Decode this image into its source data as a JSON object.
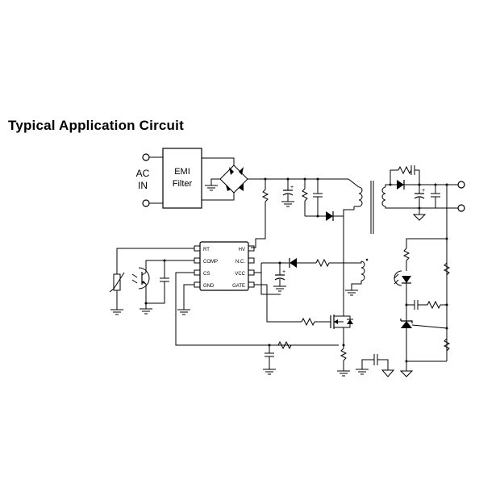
{
  "title": "Typical Application Circuit",
  "input": {
    "line1": "AC",
    "line2": "IN"
  },
  "filter": {
    "line1": "EMI",
    "line2": "Filter"
  },
  "ic_pins": {
    "left": [
      "RT",
      "COMP",
      "CS",
      "GND"
    ],
    "right": [
      "HV",
      "N.C.",
      "VCC",
      "GATE"
    ]
  },
  "cap_polarity": "+"
}
